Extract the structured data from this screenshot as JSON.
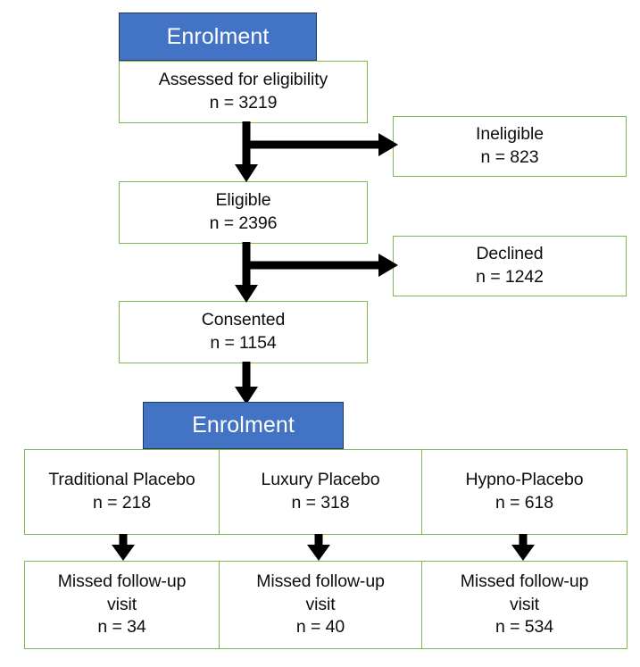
{
  "figure": {
    "type": "consort-flow-diagram",
    "colors": {
      "box_border": "#7dba4e",
      "header_fill": "#4273c4",
      "header_border": "#1f3864",
      "header_text": "#ffffff",
      "box_text": "#0d0d0d",
      "arrow": "#000000",
      "background": "#ffffff"
    }
  },
  "headers": {
    "enrolment_top": "Enrolment",
    "enrolment_allocation": "Enrolment"
  },
  "nodes": {
    "assessed": {
      "label": "Assessed for eligibility",
      "count": "n = 3219"
    },
    "ineligible": {
      "label": "Ineligible",
      "count": "n = 823"
    },
    "eligible": {
      "label": "Eligible",
      "count": "n = 2396"
    },
    "declined": {
      "label": "Declined",
      "count": "n = 1242"
    },
    "consented": {
      "label": "Consented",
      "count": "n = 1154"
    }
  },
  "arms": [
    {
      "label": "Traditional Placebo",
      "count": "n = 218",
      "followup_label_1": "Missed follow-up",
      "followup_label_2": "visit",
      "followup_count": "n = 34"
    },
    {
      "label": "Luxury Placebo",
      "count": "n = 318",
      "followup_label_1": "Missed follow-up",
      "followup_label_2": "visit",
      "followup_count": "n = 40"
    },
    {
      "label": "Hypno-Placebo",
      "count": "n = 618",
      "followup_label_1": "Missed follow-up",
      "followup_label_2": "visit",
      "followup_count": "n = 534"
    }
  ],
  "chart_data": {
    "type": "table",
    "title": "Participant flow",
    "categories": [
      "Assessed for eligibility",
      "Ineligible",
      "Eligible",
      "Declined",
      "Consented",
      "Traditional Placebo",
      "Luxury Placebo",
      "Hypno-Placebo",
      "Missed follow-up visit (Traditional Placebo)",
      "Missed follow-up visit (Luxury Placebo)",
      "Missed follow-up visit (Hypno-Placebo)"
    ],
    "values": [
      3219,
      823,
      2396,
      1242,
      1154,
      218,
      318,
      618,
      34,
      40,
      534
    ],
    "xlabel": "",
    "ylabel": "n"
  }
}
